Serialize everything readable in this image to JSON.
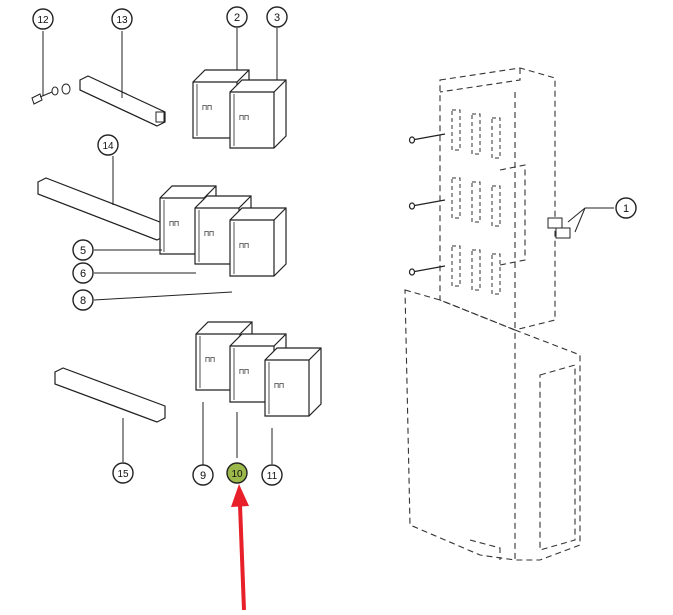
{
  "diagram": {
    "callouts": [
      {
        "id": "1",
        "label": "1"
      },
      {
        "id": "2",
        "label": "2"
      },
      {
        "id": "3",
        "label": "3"
      },
      {
        "id": "5",
        "label": "5"
      },
      {
        "id": "6",
        "label": "6"
      },
      {
        "id": "8",
        "label": "8"
      },
      {
        "id": "9",
        "label": "9"
      },
      {
        "id": "10",
        "label": "10",
        "highlighted": true
      },
      {
        "id": "11",
        "label": "11"
      },
      {
        "id": "12",
        "label": "12"
      },
      {
        "id": "13",
        "label": "13"
      },
      {
        "id": "14",
        "label": "14"
      },
      {
        "id": "15",
        "label": "15"
      }
    ],
    "colors": {
      "line": "#222222",
      "highlight_fill": "#9bb84a",
      "arrow": "#e8202a"
    },
    "arrow_target": "10"
  }
}
